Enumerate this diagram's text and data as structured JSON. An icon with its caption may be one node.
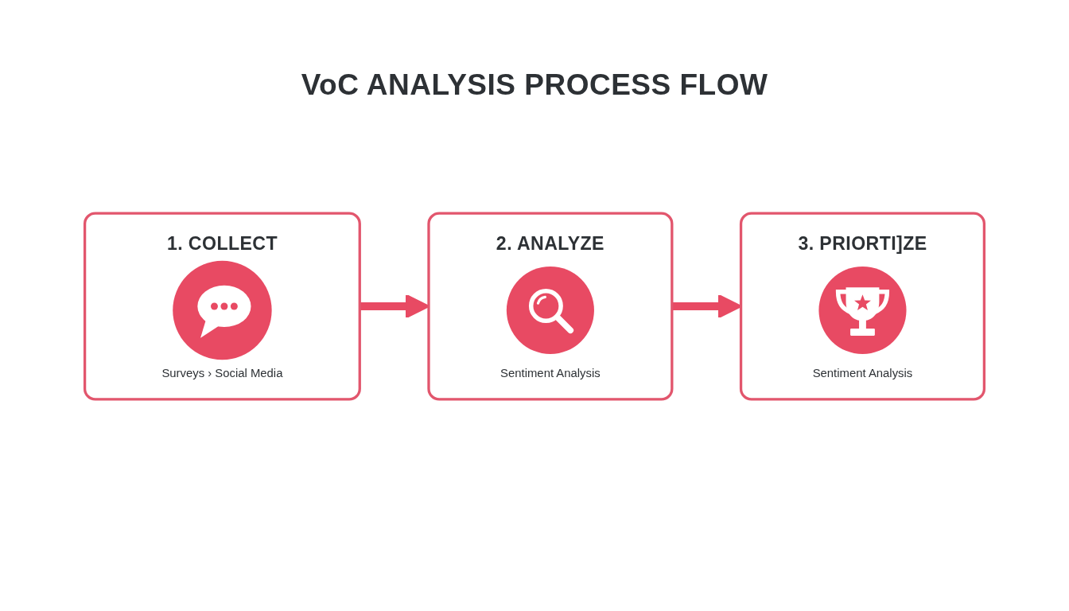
{
  "diagram": {
    "title": "VoC ANALYSIS PROCESS FLOW",
    "nodes": [
      {
        "text": [
          "1. COLLECT",
          "Surveys › Social Media"
        ]
      },
      {
        "text": [
          "2. ANALYZE",
          "Sentiment Analysis"
        ]
      },
      {
        "text": [
          "3. PRIORTI]ZE",
          "Sentiment Analysis"
        ]
      }
    ],
    "edges": [
      {
        "from": 0,
        "to": 1,
        "arrow": "to"
      },
      {
        "from": 1,
        "to": 2,
        "arrow": "to"
      }
    ]
  }
}
